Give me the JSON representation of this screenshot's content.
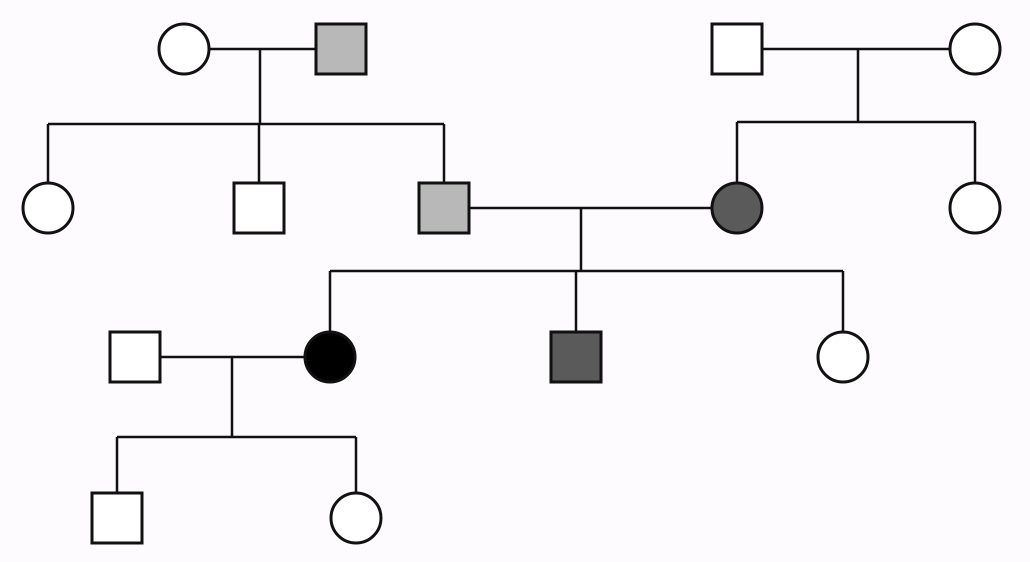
{
  "diagram": {
    "type": "pedigree",
    "colors": {
      "background": "#fdfbfd",
      "stroke": "#111111",
      "unaffected": "#ffffff",
      "light_gray": "#b8b8b8",
      "dark_gray": "#5a5a5a",
      "black": "#000000"
    },
    "individuals": [
      {
        "id": "g1-left-mother",
        "sex": "female",
        "shade": "unaffected"
      },
      {
        "id": "g1-left-father",
        "sex": "male",
        "shade": "light_gray"
      },
      {
        "id": "g1-right-father",
        "sex": "male",
        "shade": "unaffected"
      },
      {
        "id": "g1-right-mother",
        "sex": "female",
        "shade": "unaffected"
      },
      {
        "id": "g2-daughter-1",
        "sex": "female",
        "shade": "unaffected"
      },
      {
        "id": "g2-son-1",
        "sex": "male",
        "shade": "unaffected"
      },
      {
        "id": "g2-son-2",
        "sex": "male",
        "shade": "light_gray"
      },
      {
        "id": "g2-daughter-2",
        "sex": "female",
        "shade": "dark_gray"
      },
      {
        "id": "g2-daughter-3",
        "sex": "female",
        "shade": "unaffected"
      },
      {
        "id": "g3-husband",
        "sex": "male",
        "shade": "unaffected"
      },
      {
        "id": "g3-daughter-1",
        "sex": "female",
        "shade": "black"
      },
      {
        "id": "g3-son-1",
        "sex": "male",
        "shade": "dark_gray"
      },
      {
        "id": "g3-daughter-2",
        "sex": "female",
        "shade": "unaffected"
      },
      {
        "id": "g4-son",
        "sex": "male",
        "shade": "unaffected"
      },
      {
        "id": "g4-daughter",
        "sex": "female",
        "shade": "unaffected"
      }
    ],
    "couples": [
      {
        "partners": [
          "g1-left-mother",
          "g1-left-father"
        ],
        "children": [
          "g2-daughter-1",
          "g2-son-1",
          "g2-son-2"
        ]
      },
      {
        "partners": [
          "g1-right-father",
          "g1-right-mother"
        ],
        "children": [
          "g2-daughter-2",
          "g2-daughter-3"
        ]
      },
      {
        "partners": [
          "g2-son-2",
          "g2-daughter-2"
        ],
        "children": [
          "g3-daughter-1",
          "g3-son-1",
          "g3-daughter-2"
        ]
      },
      {
        "partners": [
          "g3-husband",
          "g3-daughter-1"
        ],
        "children": [
          "g4-son",
          "g4-daughter"
        ]
      }
    ]
  }
}
